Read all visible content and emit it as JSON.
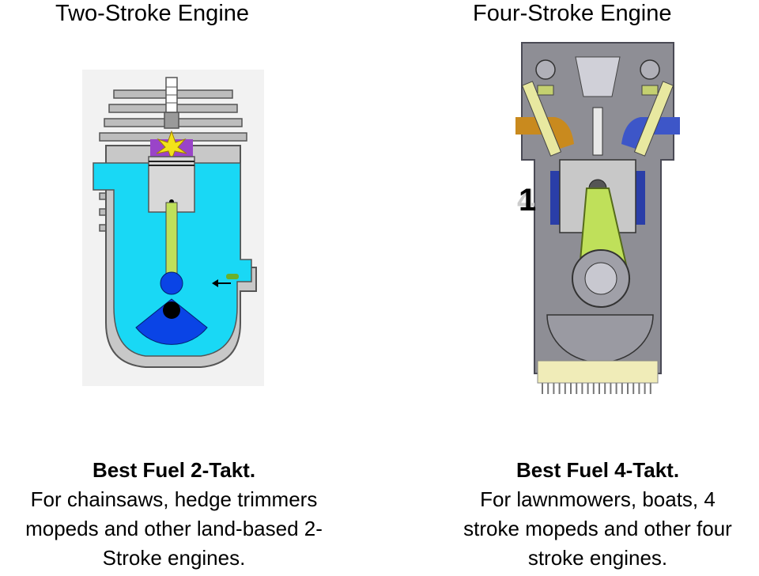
{
  "left": {
    "title": "Two-Stroke Engine",
    "caption_head": "Best Fuel 2-Takt.",
    "caption_lines": [
      "For chainsaws, hedge trimmers",
      "mopeds and other land-based 2-",
      "Stroke engines."
    ]
  },
  "right": {
    "title": "Four-Stroke Engine",
    "caption_head": "Best Fuel 4-Takt.",
    "caption_lines": [
      "For lawnmowers, boats, 4",
      "stroke mopeds and other four",
      "stroke engines."
    ],
    "stroke_number": "1",
    "stroke_number_ghost": "4"
  },
  "colors": {
    "coolant": "#19d8f5",
    "crank_blue": "#0a44e6",
    "combustion": "#9a44c8",
    "spark": "#f2e21a",
    "housing": "#c8c8c8",
    "head_gray": "#8e8e95",
    "rod_green": "#bfe05a",
    "intake": "#c98a1e",
    "exhaust": "#3d56c8",
    "sump": "#f0ecb8"
  }
}
